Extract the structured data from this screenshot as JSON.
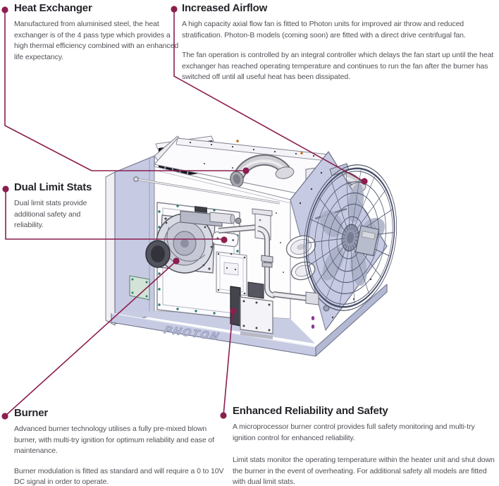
{
  "sections": {
    "heat_exchanger": {
      "title": "Heat Exchanger",
      "p1": "Manufactured from aluminised steel, the heat exchanger is of the 4 pass type which provides a high thermal efficiency combined with an enhanced life expectancy."
    },
    "increased_airflow": {
      "title": "Increased Airflow",
      "p1": "A high capacity axial flow fan is fitted to Photon units for improved air throw and reduced stratification. Photon-B models (coming soon) are fitted with a direct drive centrifugal fan.",
      "p2": "The fan operation is controlled by an integral controller which delays the fan start up until the heat exchanger has reached operating temperature and continues to run the fan after the burner has switched off until all useful heat has been dissipated."
    },
    "dual_limit_stats": {
      "title": "Dual Limit Stats",
      "p1": "Dual limit stats provide additional safety and reliability."
    },
    "burner": {
      "title": "Burner",
      "p1": "Advanced burner technology utilises a fully pre-mixed blown burner, with multi-try ignition for optimum reliability and ease of maintenance.",
      "p2": "Burner modulation is fitted as standard and will require a 0 to 10V DC signal in order to operate."
    },
    "enhanced_reliability": {
      "title": "Enhanced Reliability and Safety",
      "p1": "A microprocessor burner control provides full safety monitoring and multi-try ignition control for enhanced reliability.",
      "p2": "Limit stats monitor the operating temperature within the heater unit and shut down the burner in the event of overheating. For additional safety all models are fitted with dual limit stats."
    }
  },
  "illustration": {
    "embossed_logo": "PHOTON"
  },
  "colors": {
    "accent": "#8B1E4F",
    "heading_text": "#25262B",
    "body_text": "#515158",
    "panel_lavender": "#C6CAE2",
    "panel_outline": "#70748C"
  }
}
